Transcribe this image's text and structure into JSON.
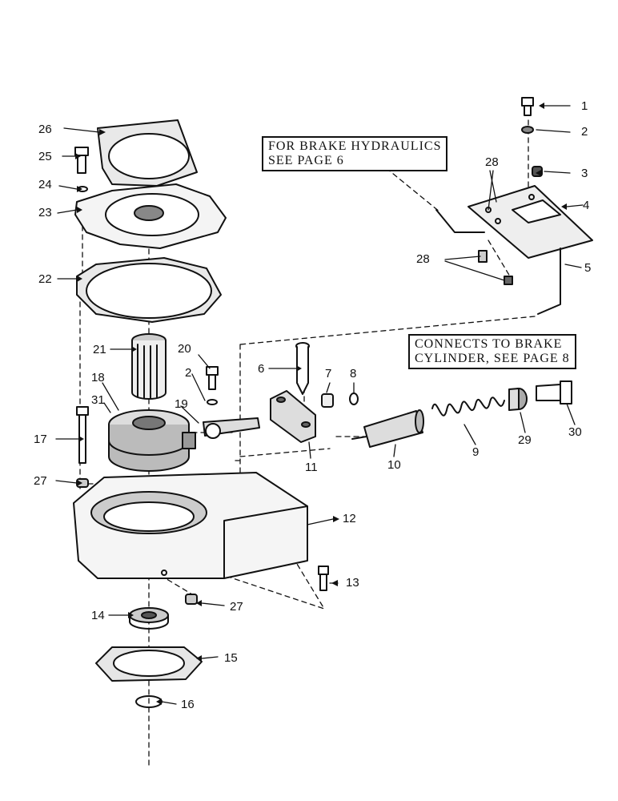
{
  "notes": {
    "hydraulics": [
      "FOR BRAKE HYDRAULICS",
      "SEE PAGE  6"
    ],
    "cylinder": [
      "CONNECTS TO BRAKE",
      "CYLINDER, SEE PAGE 8"
    ]
  },
  "callouts": {
    "n1": "1",
    "n2a": "2",
    "n3": "3",
    "n4": "4",
    "n5": "5",
    "n6": "6",
    "n7": "7",
    "n8": "8",
    "n9": "9",
    "n10": "10",
    "n11": "11",
    "n12": "12",
    "n13": "13",
    "n14": "14",
    "n15": "15",
    "n16": "16",
    "n17": "17",
    "n18": "18",
    "n19": "19",
    "n2b": "2",
    "n20": "20",
    "n21": "21",
    "n22": "22",
    "n23": "23",
    "n24": "24",
    "n25": "25",
    "n26": "26",
    "n27a": "27",
    "n27b": "27",
    "n28a": "28",
    "n28b": "28",
    "n29": "29",
    "n30": "30",
    "n31": "31"
  }
}
